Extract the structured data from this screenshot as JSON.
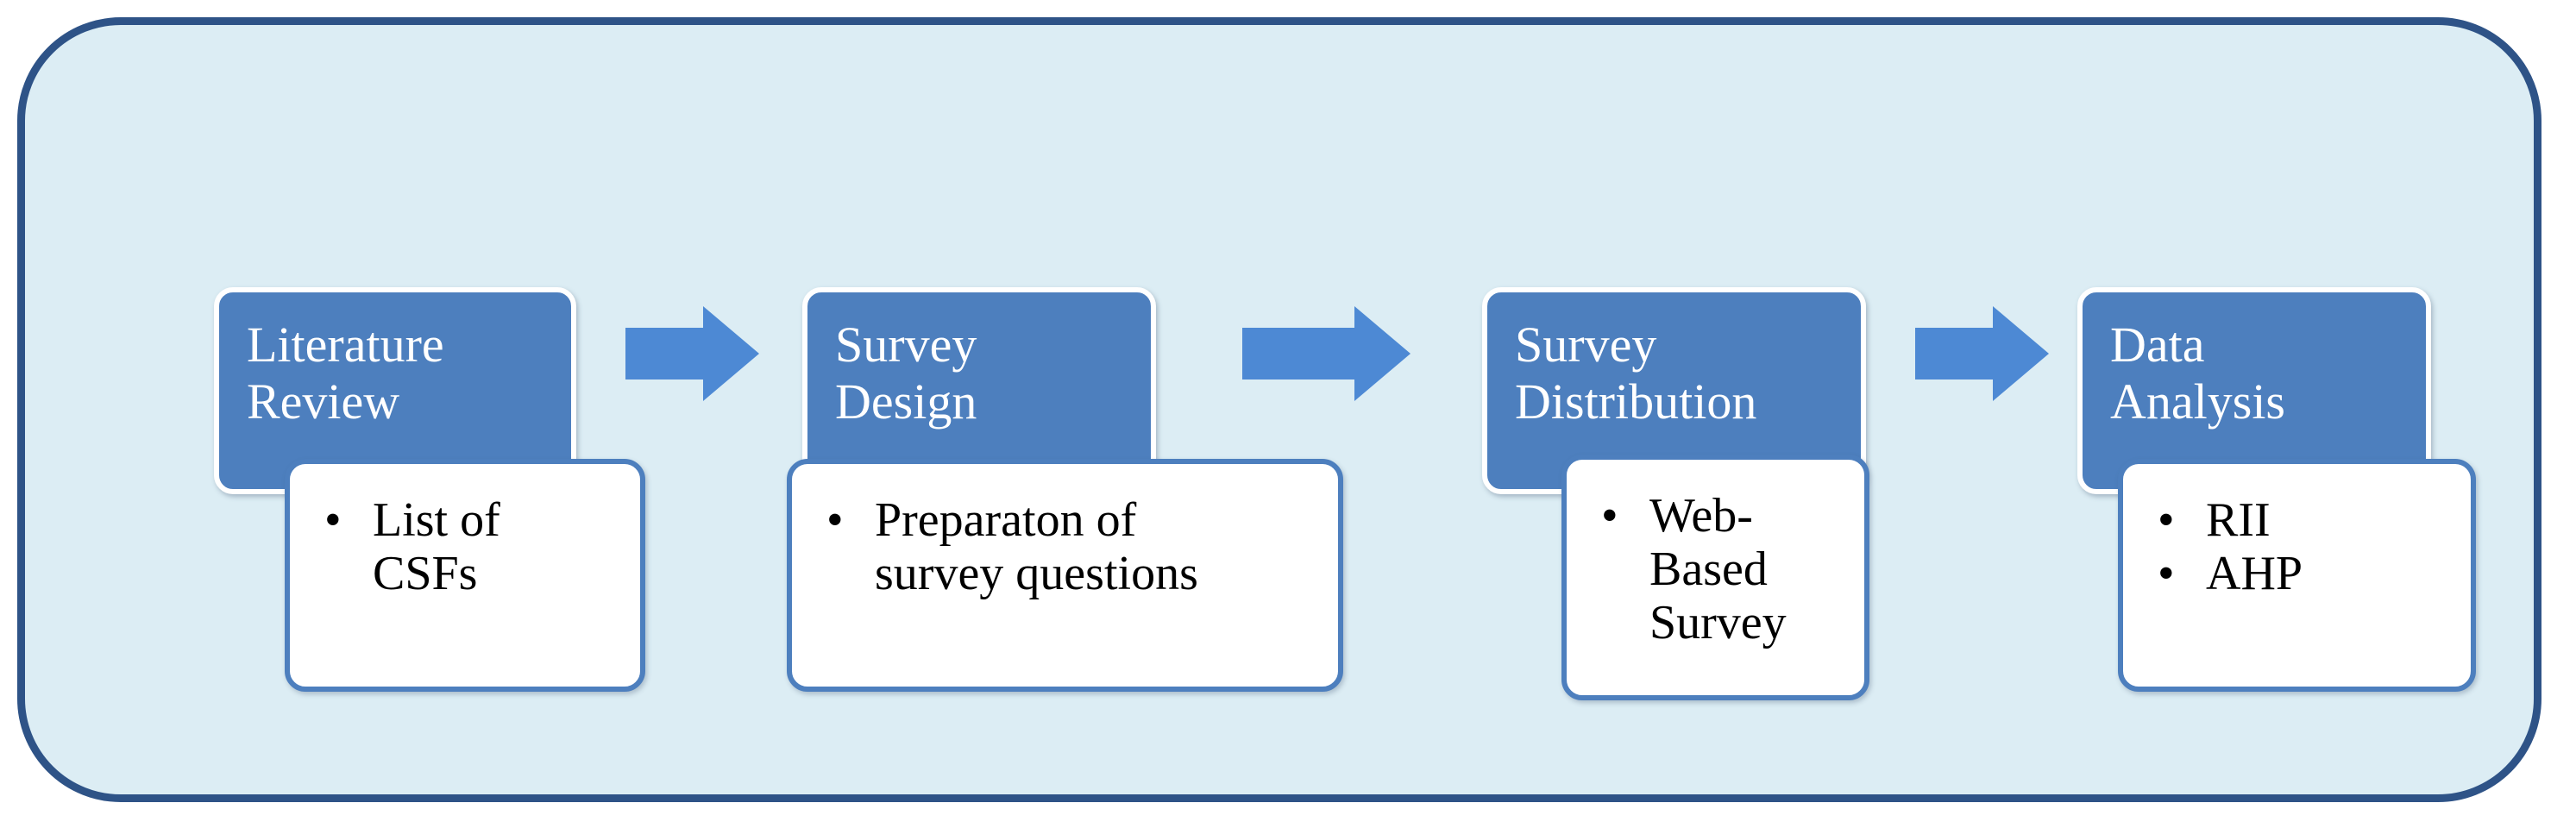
{
  "steps": [
    {
      "title_lines": [
        "Literature",
        "Review"
      ],
      "bullets": [
        [
          "List of",
          "CSFs"
        ]
      ]
    },
    {
      "title_lines": [
        "Survey",
        "Design"
      ],
      "bullets": [
        [
          "Preparaton of",
          "survey questions"
        ]
      ]
    },
    {
      "title_lines": [
        "Survey",
        "Distribution"
      ],
      "bullets": [
        [
          "Web-",
          "Based",
          "Survey"
        ]
      ]
    },
    {
      "title_lines": [
        "Data",
        "Analysis"
      ],
      "bullets": [
        [
          "RII"
        ],
        [
          "AHP"
        ]
      ]
    }
  ],
  "colors": {
    "frame_border": "#2e5387",
    "frame_fill": "#dcedf4",
    "header_fill": "#4d7fbe",
    "arrow_fill": "#4d89d4"
  }
}
